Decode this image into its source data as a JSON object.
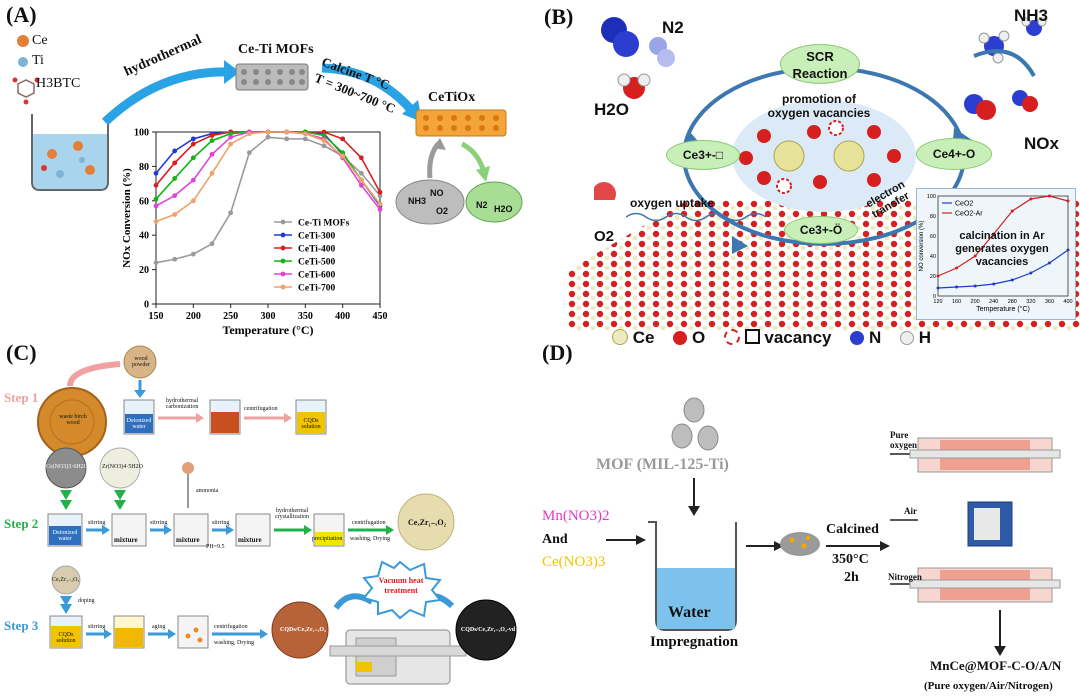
{
  "panelA": {
    "label": "(A)",
    "legend_items": [
      "Ce",
      "Ti",
      "H3BTC"
    ],
    "hydrothermal": "hydrothermal",
    "mof_label": "Ce-Ti MOFs",
    "calcine_line1": "Calcine T °C",
    "calcine_line2": "T = 300~700 °C",
    "product": "CeTiOx",
    "bubble_left": [
      "NH3",
      "NO",
      "O2"
    ],
    "bubble_right": [
      "N2",
      "H2O"
    ],
    "chart_data": {
      "type": "line",
      "xlabel": "Temperature (°C)",
      "ylabel": "NOx Conversion (%)",
      "xlim": [
        150,
        450
      ],
      "ylim": [
        0,
        100
      ],
      "xticks": [
        150,
        200,
        250,
        300,
        350,
        400,
        450
      ],
      "yticks": [
        0,
        20,
        40,
        60,
        80,
        100
      ],
      "legend_position": "bottom-right",
      "series": [
        {
          "name": "Ce-Ti MOFs",
          "color": "#9a9a9a",
          "x": [
            150,
            175,
            200,
            225,
            250,
            275,
            300,
            325,
            350,
            375,
            400,
            425,
            450
          ],
          "y": [
            24,
            26,
            29,
            35,
            53,
            88,
            97,
            96,
            96,
            92,
            86,
            76,
            63
          ]
        },
        {
          "name": "CeTi-300",
          "color": "#1f3bd1",
          "x": [
            150,
            175,
            200,
            225,
            250,
            275,
            300,
            325,
            350,
            375,
            400,
            425,
            450
          ],
          "y": [
            76,
            89,
            96,
            99,
            100,
            100,
            100,
            100,
            100,
            99,
            87,
            72,
            57
          ]
        },
        {
          "name": "CeTi-400",
          "color": "#d62020",
          "x": [
            150,
            175,
            200,
            225,
            250,
            275,
            300,
            325,
            350,
            375,
            400,
            425,
            450
          ],
          "y": [
            69,
            82,
            93,
            98,
            100,
            100,
            100,
            100,
            100,
            100,
            96,
            85,
            65
          ]
        },
        {
          "name": "CeTi-500",
          "color": "#16b316",
          "x": [
            150,
            175,
            200,
            225,
            250,
            275,
            300,
            325,
            350,
            375,
            400,
            425,
            450
          ],
          "y": [
            61,
            73,
            85,
            95,
            99,
            100,
            100,
            100,
            100,
            98,
            88,
            72,
            58
          ]
        },
        {
          "name": "CeTi-600",
          "color": "#e043d6",
          "x": [
            150,
            175,
            200,
            225,
            250,
            275,
            300,
            325,
            350,
            375,
            400,
            425,
            450
          ],
          "y": [
            57,
            63,
            72,
            87,
            97,
            100,
            100,
            100,
            99,
            96,
            85,
            69,
            55
          ]
        },
        {
          "name": "CeTi-700",
          "color": "#f0a06a",
          "x": [
            150,
            175,
            200,
            225,
            250,
            275,
            300,
            325,
            350,
            375,
            400,
            425,
            450
          ],
          "y": [
            48,
            52,
            60,
            76,
            93,
            99,
            100,
            100,
            99,
            95,
            86,
            72,
            58
          ]
        }
      ]
    }
  },
  "panelB": {
    "label": "(B)",
    "n2": "N2",
    "nh3": "NH3",
    "h2o": "H2O",
    "nox": "NOx",
    "scr_line1": "SCR",
    "scr_line2": "Reaction",
    "promotion_line1": "promotion of",
    "promotion_line2": "oxygen vacancies",
    "ce3_left": "Ce3+-□",
    "ce4": "Ce4+-O",
    "ce3_bottom": "Ce3+-Ö",
    "electron_transfer_line1": "electron",
    "electron_transfer_line2": "transfer",
    "oxygen_uptake": "oxygen uptake",
    "o2": "O2",
    "legend": [
      "Ce",
      "O",
      "vacancy",
      "N",
      "H"
    ],
    "inset": {
      "chart_data": {
        "type": "line",
        "xlabel": "Temperature (°C)",
        "ylabel": "NO conversion (%)",
        "xlim": [
          120,
          400
        ],
        "ylim": [
          0,
          100
        ],
        "xticks": [
          120,
          160,
          200,
          240,
          280,
          320,
          360,
          400
        ],
        "yticks": [
          0,
          20,
          40,
          60,
          80,
          100
        ],
        "annotation_line1": "calcination in Ar",
        "annotation_line2": "generates oxygen",
        "annotation_line3": "vacancies",
        "series": [
          {
            "name": "CeO2",
            "color": "#1f3bd1",
            "x": [
              120,
              160,
              200,
              240,
              280,
              320,
              360,
              400
            ],
            "y": [
              8,
              9,
              10,
              12,
              16,
              23,
              33,
              46
            ]
          },
          {
            "name": "CeO2-Ar",
            "color": "#d62020",
            "x": [
              120,
              160,
              200,
              240,
              280,
              320,
              360,
              400
            ],
            "y": [
              20,
              28,
              40,
              62,
              85,
              97,
              100,
              95
            ]
          }
        ]
      }
    }
  },
  "panelC": {
    "label": "(C)",
    "step1": "Step 1",
    "step2": "Step 2",
    "step3": "Step 3",
    "waste_wood": "waste birch wood",
    "wood_powder": "wood powder",
    "deionized_water": "Deionized water",
    "hydrothermal_carbonization": "hydrothermal carbonization",
    "centrifugation": "centrifugation",
    "cqds_solution": "CQDs solution",
    "ce_salt": "Ce(NO3)3·6H2O",
    "zr_salt": "Zr(NO3)4·5H2O",
    "ammonia": "ammonia",
    "stirring": "stirring",
    "mixture": "mixture",
    "ph": "PH=9.5",
    "hydrothermal_crystallization": "hydrothermal crystallization",
    "precipitation": "precipitation",
    "washing_drying": "washing, Drying",
    "product2": "CeₓZr₁₋ₓO₂",
    "doping": "doping",
    "aging": "aging",
    "product3": "CQDs/CeₓZr₁₋ₓO₂",
    "vacuum_line1": "Vacuum heat",
    "vacuum_line2": "treatment",
    "final_product": "CQDs/CeₓZr₁₋ₓO₂-vd"
  },
  "panelD": {
    "label": "(D)",
    "mof": "MOF (MIL-125-Ti)",
    "mn": "Mn(NO3)2",
    "and": "And",
    "ce": "Ce(NO3)3",
    "water": "Water",
    "impregnation": "Impregnation",
    "calcined": "Calcined",
    "temp": "350°C",
    "time": "2h",
    "pure_oxygen_line1": "Pure",
    "pure_oxygen_line2": "oxygen",
    "air": "Air",
    "nitrogen": "Nitrogen",
    "product": "MnCe@MOF-C-O/A/N",
    "product_note": "(Pure oxygen/Air/Nitrogen)"
  },
  "colors": {
    "arrow_blue": "#2aa3e6",
    "green_oval": "#c9efb8",
    "step1": "#f0a0a0",
    "step2": "#22b04a",
    "step3": "#3a9ad9",
    "magenta_text": "#e03ac8",
    "yellow_text": "#f2c300"
  }
}
